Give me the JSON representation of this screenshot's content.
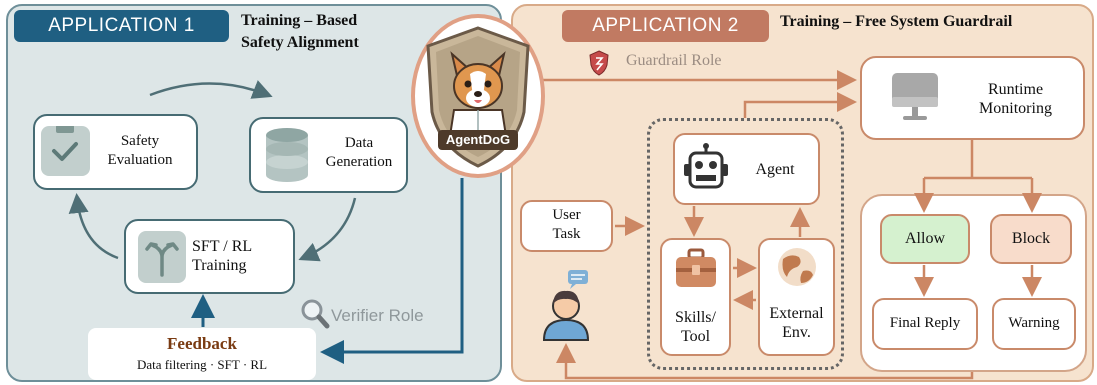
{
  "app1": {
    "tag": "APPLICATION 1",
    "title_line1": "Training – Based",
    "title_line2": "Safety Alignment",
    "safety_eval": [
      "Safety",
      "Evaluation"
    ],
    "data_gen": [
      "Data",
      "Generation"
    ],
    "sft": [
      "SFT / RL",
      "Training"
    ],
    "verifier_role": "Verifier Role",
    "feedback_title": "Feedback",
    "feedback_sub": "Data filtering · SFT · RL"
  },
  "app2": {
    "tag": "APPLICATION 2",
    "title": "Training – Free System Guardrail",
    "guardrail_role": "Guardrail Role",
    "runtime": [
      "Runtime",
      "Monitoring"
    ],
    "agent": "Agent",
    "user_task": [
      "User",
      "Task"
    ],
    "skills": [
      "Skills/",
      "Tool"
    ],
    "external": [
      "External",
      "Env."
    ],
    "allow": "Allow",
    "block": "Block",
    "final_reply": "Final Reply",
    "warning": "Warning"
  },
  "logo": {
    "text": "AgentDoG"
  },
  "colors": {
    "app1_accent": "#1f5f82",
    "app1_bg": "#dde6e7",
    "app1_line": "#466b73",
    "app2_accent": "#c17a62",
    "app2_bg": "#f6e3cf",
    "app2_line": "#c98a6a",
    "allow": "#d5f1cf",
    "block": "#f8dccb",
    "feedback_text": "#7a3b12"
  }
}
